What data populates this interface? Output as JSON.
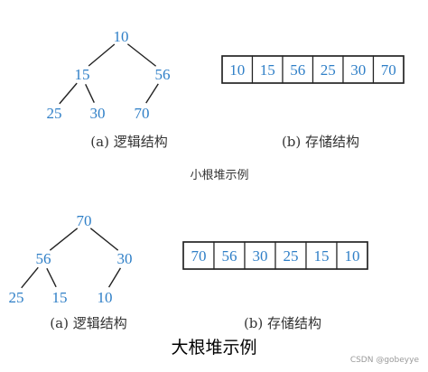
{
  "small_heap": {
    "tree": {
      "nodes": [
        {
          "id": "n0",
          "label": "10"
        },
        {
          "id": "n1",
          "label": "15"
        },
        {
          "id": "n2",
          "label": "56"
        },
        {
          "id": "n3",
          "label": "25"
        },
        {
          "id": "n4",
          "label": "30"
        },
        {
          "id": "n5",
          "label": "70"
        }
      ],
      "edges": [
        [
          "n0",
          "n1"
        ],
        [
          "n0",
          "n2"
        ],
        [
          "n1",
          "n3"
        ],
        [
          "n1",
          "n4"
        ],
        [
          "n2",
          "n5"
        ]
      ]
    },
    "array": [
      "10",
      "15",
      "56",
      "25",
      "30",
      "70"
    ],
    "caption_logical": "(a) 逻辑结构",
    "caption_storage": "(b) 存储结构",
    "title": "小根堆示例"
  },
  "big_heap": {
    "tree": {
      "nodes": [
        {
          "id": "m0",
          "label": "70"
        },
        {
          "id": "m1",
          "label": "56"
        },
        {
          "id": "m2",
          "label": "30"
        },
        {
          "id": "m3",
          "label": "25"
        },
        {
          "id": "m4",
          "label": "15"
        },
        {
          "id": "m5",
          "label": "10"
        }
      ],
      "edges": [
        [
          "m0",
          "m1"
        ],
        [
          "m0",
          "m2"
        ],
        [
          "m1",
          "m3"
        ],
        [
          "m1",
          "m4"
        ],
        [
          "m2",
          "m5"
        ]
      ]
    },
    "array": [
      "70",
      "56",
      "30",
      "25",
      "15",
      "10"
    ],
    "caption_logical": "(a) 逻辑结构",
    "caption_storage": "(b) 存储结构",
    "title": "大根堆示例"
  },
  "watermark": "CSDN @gobeyye",
  "colors": {
    "node_text": "#2f7fc7",
    "line": "#222222"
  }
}
